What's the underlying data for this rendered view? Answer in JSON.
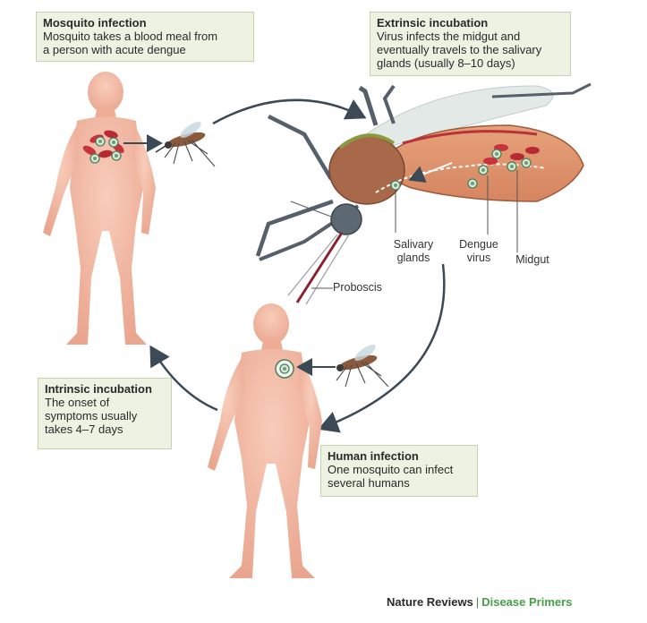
{
  "boxes": {
    "mosquito_infection": {
      "title": "Mosquito infection",
      "body": "Mosquito takes a blood meal from\na person with acute dengue"
    },
    "extrinsic_incubation": {
      "title": "Extrinsic incubation",
      "body": "Virus infects the midgut and\neventually travels to the salivary\nglands (usually 8–10 days)"
    },
    "intrinsic_incubation": {
      "title": "Intrinsic incubation",
      "body": "The onset of\nsymptoms usually\ntakes 4–7 days"
    },
    "human_infection": {
      "title": "Human infection",
      "body": "One mosquito can infect\nseveral humans"
    }
  },
  "labels": {
    "salivary_glands": "Salivary\nglands",
    "dengue_virus": "Dengue\nvirus",
    "midgut": "Midgut",
    "proboscis": "Proboscis"
  },
  "footer": {
    "journal": "Nature Reviews",
    "separator": "|",
    "series": "Disease Primers"
  },
  "colors": {
    "box_fill": "#eef2e2",
    "skin": "#f2b8a4",
    "arrow": "#3b4a55",
    "blood": "#c8323c",
    "virus": "#c8e0cc",
    "brand_green": "#46a046"
  }
}
